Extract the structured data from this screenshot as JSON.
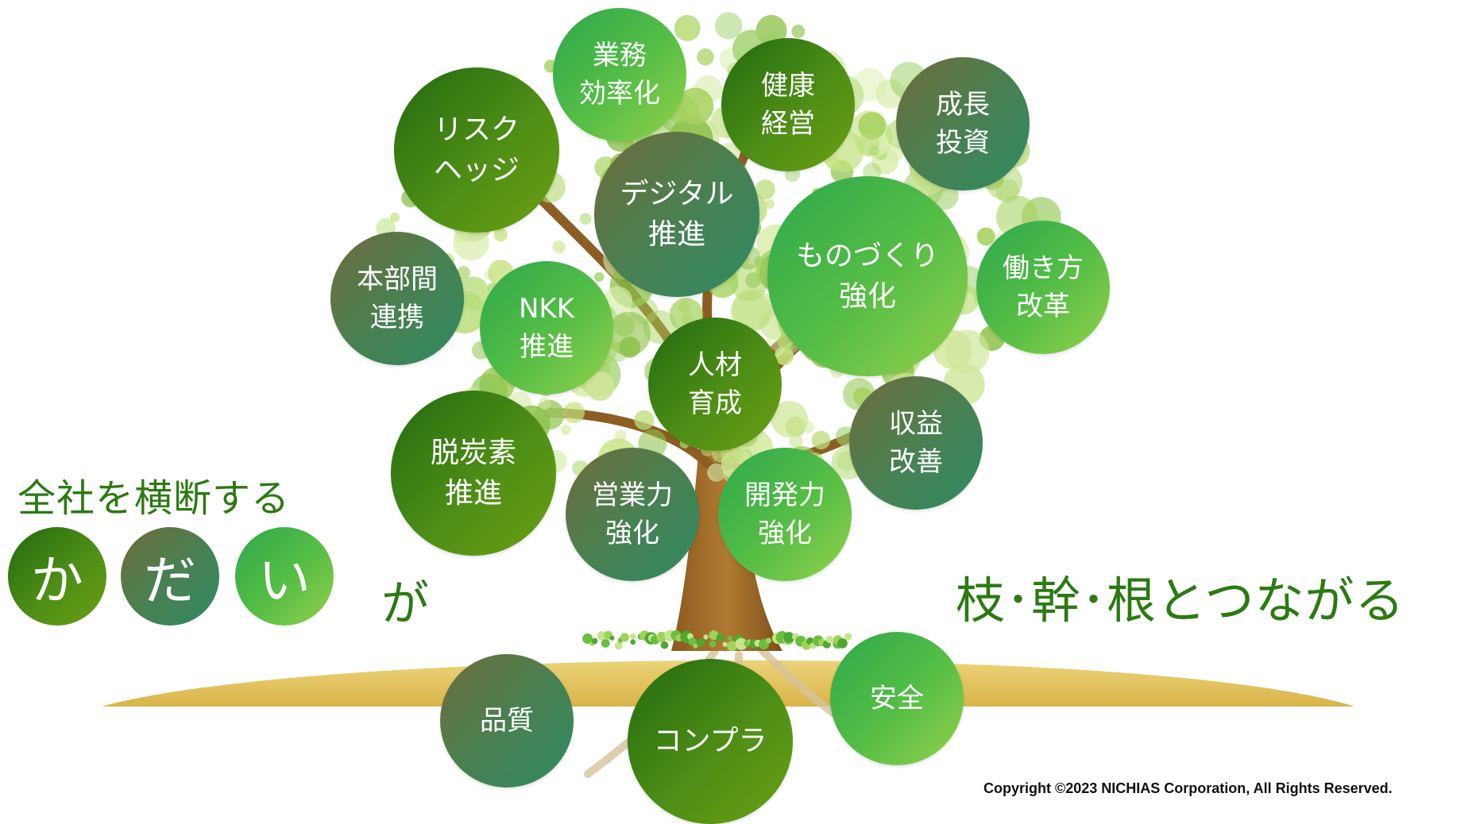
{
  "colors": {
    "dark_green": "#2b7a12",
    "leaf_light": "#a8d66a",
    "trunk": "#9b6b2a",
    "ground": "#e7c861"
  },
  "branch_nodes": [
    {
      "id": "gyomu",
      "text": "業務\n効率化",
      "style": "light"
    },
    {
      "id": "kenko",
      "text": "健康\n経営",
      "style": "dark"
    },
    {
      "id": "seicho",
      "text": "成長\n投資",
      "style": "teal"
    },
    {
      "id": "risk",
      "text": "リスク\nヘッジ",
      "style": "dark"
    },
    {
      "id": "digital",
      "text": "デジタル\n推進",
      "style": "teal"
    },
    {
      "id": "monozukuri",
      "text": "ものづくり\n強化",
      "style": "light"
    },
    {
      "id": "hataraki",
      "text": "働き方\n改革",
      "style": "light"
    },
    {
      "id": "honbu",
      "text": "本部間\n連携",
      "style": "teal"
    },
    {
      "id": "nkk",
      "text": "NKK\n推進",
      "style": "light"
    },
    {
      "id": "jinzai",
      "text": "人材\n育成",
      "style": "dark"
    },
    {
      "id": "shueki",
      "text": "収益\n改善",
      "style": "teal"
    },
    {
      "id": "datsutanso",
      "text": "脱炭素\n推進",
      "style": "dark"
    },
    {
      "id": "eigyo",
      "text": "営業力\n強化",
      "style": "teal"
    },
    {
      "id": "kaihatsu",
      "text": "開発力\n強化",
      "style": "light"
    }
  ],
  "root_nodes": [
    {
      "id": "hinshitsu",
      "text": "品質",
      "style": "teal"
    },
    {
      "id": "compliance",
      "text": "コンプラ",
      "style": "dark"
    },
    {
      "id": "anzen",
      "text": "安全",
      "style": "light"
    }
  ],
  "headline": "全社を横断する",
  "kadai": [
    {
      "char": "か",
      "style": "dark"
    },
    {
      "char": "だ",
      "style": "teal"
    },
    {
      "char": "い",
      "style": "light"
    }
  ],
  "particle": "が",
  "tagline": "枝･幹･根とつながる",
  "copyright": "Copyright ©2023 NICHIAS Corporation, All Rights Reserved."
}
